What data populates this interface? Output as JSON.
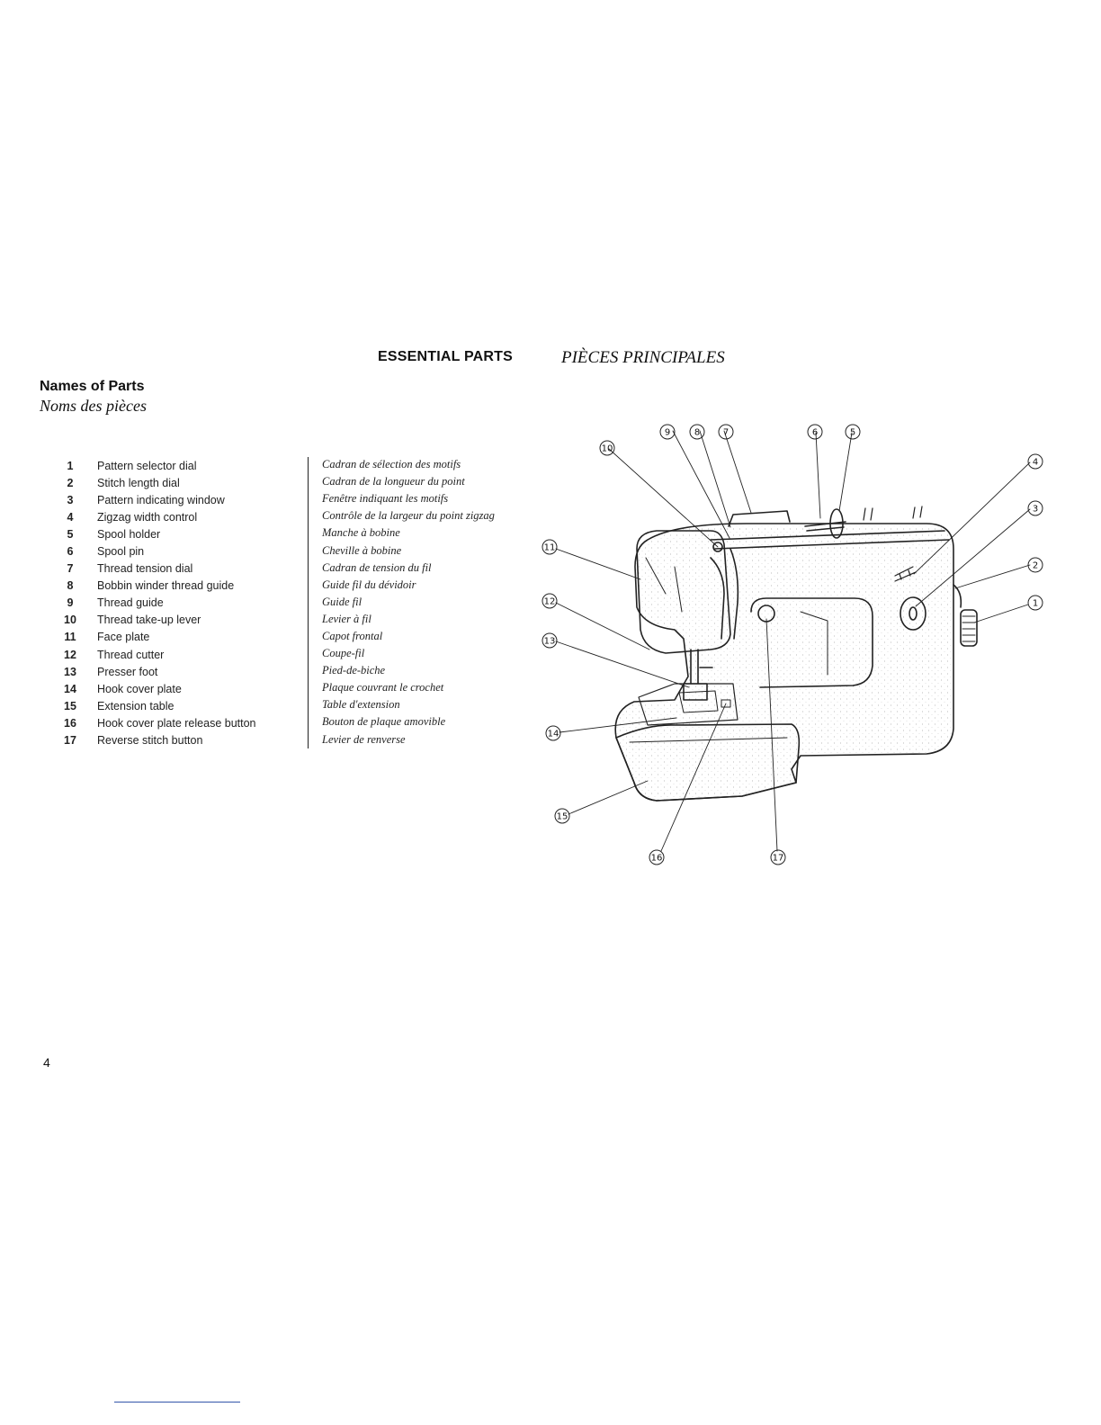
{
  "header": {
    "title_en": "ESSENTIAL PARTS",
    "title_fr": "PIÈCES PRINCIPALES"
  },
  "section": {
    "title_en": "Names of Parts",
    "title_fr": "Noms des pièces"
  },
  "parts": [
    {
      "num": "1",
      "en": "Pattern selector dial",
      "fr": "Cadran de sélection des motifs"
    },
    {
      "num": "2",
      "en": "Stitch length dial",
      "fr": "Cadran de la longueur du point"
    },
    {
      "num": "3",
      "en": "Pattern indicating window",
      "fr": "Fenêtre indiquant les motifs"
    },
    {
      "num": "4",
      "en": "Zigzag width control",
      "fr": "Contrôle de la largeur du point zigzag"
    },
    {
      "num": "5",
      "en": "Spool holder",
      "fr": "Manche à bobine"
    },
    {
      "num": "6",
      "en": "Spool pin",
      "fr": "Cheville à bobine"
    },
    {
      "num": "7",
      "en": "Thread tension dial",
      "fr": "Cadran de tension du fil"
    },
    {
      "num": "8",
      "en": "Bobbin winder thread guide",
      "fr": "Guide fil du dévidoir"
    },
    {
      "num": "9",
      "en": "Thread guide",
      "fr": "Guide fil"
    },
    {
      "num": "10",
      "en": "Thread take-up lever",
      "fr": "Levier à fil"
    },
    {
      "num": "11",
      "en": "Face plate",
      "fr": "Capot frontal"
    },
    {
      "num": "12",
      "en": "Thread cutter",
      "fr": "Coupe-fil"
    },
    {
      "num": "13",
      "en": "Presser foot",
      "fr": "Pied-de-biche"
    },
    {
      "num": "14",
      "en": "Hook cover plate",
      "fr": "Plaque couvrant le crochet"
    },
    {
      "num": "15",
      "en": "Extension table",
      "fr": "Table d'extension"
    },
    {
      "num": "16",
      "en": "Hook cover plate release button",
      "fr": "Bouton de plaque amovible"
    },
    {
      "num": "17",
      "en": "Reverse stitch button",
      "fr": "Levier de renverse"
    }
  ],
  "diagram": {
    "callouts": [
      "9",
      "8",
      "7",
      "6",
      "5",
      "10",
      "4",
      "3",
      "11",
      "2",
      "12",
      "1",
      "13",
      "14",
      "15",
      "16",
      "17"
    ]
  },
  "footer": {
    "page_number": "4"
  }
}
